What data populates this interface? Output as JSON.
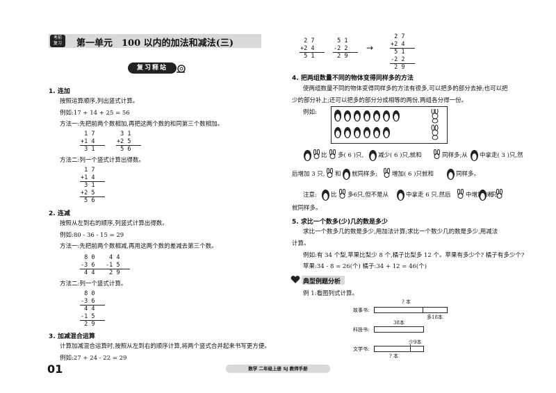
{
  "header": {
    "badge_line1": "考前",
    "badge_line2": "复习",
    "title": "第一单元　100 以内的加法和减法(三)"
  },
  "review_banner": "复习释站",
  "left": {
    "s1_title": "1.  连加",
    "s1_p1": "按照运算顺序,列出竖式计算。",
    "s1_ex": "例如:17 + 14 + 25 = 56",
    "s1_m1": "方法一:先把前两个数相加,再把这两个数的和同第三个数相加。",
    "s1_m1_calcA": [
      " 1 7",
      "+1 4",
      " 3 1"
    ],
    "s1_m1_calcB": [
      " 3 1",
      "+2 5",
      " 5 6"
    ],
    "s1_m2": "方法二:列一个竖式计算出得数。",
    "s1_m2_calc": [
      " 1 7",
      "+1 4",
      " 3 1",
      "+2 5",
      " 5 6"
    ],
    "s2_title": "2.  连减",
    "s2_p1": "按照从左到右的顺序,列竖式计算出得数。",
    "s2_ex": "例如:80 - 36 - 15 = 29",
    "s2_m1": "方法一:先把前两个数相减,再用这两个数的差减去第三个数。",
    "s2_m1_calcA": [
      " 8 0",
      "-3 6",
      " 4 4"
    ],
    "s2_m1_calcB": [
      " 4 4",
      "-1 5",
      " 2 9"
    ],
    "s2_m2": "方法二:列一个竖式计算。",
    "s2_m2_calc": [
      " 8 0",
      "-3 6",
      " 4 4",
      "-1 5",
      " 2 9"
    ],
    "s3_title": "3.  加减混合运算",
    "s3_p1": "计算加减混合运算时,按照从左到右的顺序计算,将两个竖式合并起来书写更方便。",
    "s3_ex": "例如:27 + 24 - 22 = 29"
  },
  "right": {
    "calcA": [
      " 2 7",
      "+2 4",
      " 5 1"
    ],
    "calcB": [
      " 5 1",
      "-2 2",
      " 2 9"
    ],
    "calcC": [
      " 2 7",
      "+2 4",
      " 5 1",
      "-2 2",
      " 2 9"
    ],
    "arrow": "→",
    "s4_title": "4.  把两组数量不同的物体变得同样多的方法",
    "s4_p1": "使两组数量不同的物体变得同样多的方法有很多,可以把多的部分去掉;也可以把",
    "s4_p2": "少的部分补上;还可以把多的部分分成相等的两份,两组各分得一份。",
    "s4_ex": "例如:",
    "s4_line1_a": "比",
    "s4_line1_b": "多(  6  )只,",
    "s4_line1_c": "减少(  6  )只,就和",
    "s4_line1_d": "同样多;从",
    "s4_line1_e": "中拿走(  3  )只,然",
    "s4_line2_a": "后增加 3 只,",
    "s4_line2_b": "和",
    "s4_line2_c": "就同样多;",
    "s4_line2_d": "增加(  6  )只就和",
    "s4_line2_e": "同样多。",
    "s4_note_a": "注意:",
    "s4_note_b": "比",
    "s4_note_c": "多6只,但不是从",
    "s4_note_d": "中拿走 6 只,然后",
    "s4_note_e": "中增加 6 只,",
    "s4_note_f": "和",
    "s4_note_g": "就同样多。",
    "s5_title": "5.  求比一个数多(少)几的数是多少",
    "s5_p1": "求比一个数多几的数是多少,用加法计算;求比一个数少几的数是多少,用减法",
    "s5_p2": "计算。",
    "s5_ex": "例如:有 34 个梨,苹果比梨少 8 个,橘子比梨多 12 个。苹果有多少个?  橘子有多少个?",
    "s5_ans": "苹果:34 - 8 = 26(个)    橘子:34 + 12 = 46(个)",
    "typical_title": "典型例题分析",
    "ex1": "例 1:看图列式计算。",
    "diagram": {
      "row1_label": "故事书:",
      "row2_label": "科技书:",
      "row3_label": "文学书:",
      "q_top": "? 本",
      "more18": "多18本",
      "n38": "38本",
      "less9": "少9本",
      "q_bottom": "? 本"
    }
  },
  "footer": {
    "page_no": "01",
    "center": "数学   二年级上册   SJ   教师手册"
  }
}
